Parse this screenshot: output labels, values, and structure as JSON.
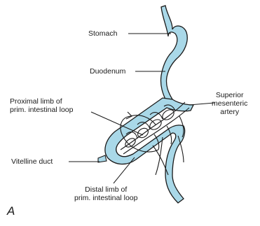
{
  "colors": {
    "gut_fill": "#a9d8e8",
    "outline": "#1a1a1a",
    "background": "#ffffff"
  },
  "labels": {
    "stomach": "Stomach",
    "duodenum": "Duodenum",
    "proximal_limb": [
      "Proximal limb of",
      "prim. intestinal loop"
    ],
    "superior_mesenteric_artery": [
      "Superior",
      "mesenteric",
      "artery"
    ],
    "vitelline_duct": "Vitelline duct",
    "distal_limb": [
      "Distal limb of",
      "prim. intestinal loop"
    ]
  },
  "panel_letter": "A"
}
